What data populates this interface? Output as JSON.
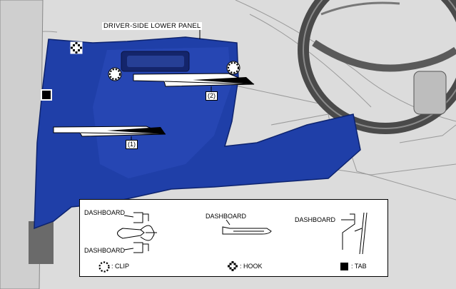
{
  "title": "DRIVER-SIDE LOWER PANEL",
  "callouts": {
    "one": "(1)",
    "two": "(2)"
  },
  "legend": {
    "clip_section": {
      "top_label": "DASHBOARD",
      "bottom_label": "DASHBOARD"
    },
    "hook_section": {
      "label": "DASHBOARD"
    },
    "tab_section": {
      "label": "DASHBOARD"
    },
    "key": {
      "clip": ": CLIP",
      "hook": ": HOOK",
      "tab": ": TAB"
    }
  },
  "colors": {
    "panel": "#1f3fa8",
    "panel_edge": "#0d236e",
    "background": "#d9d9d9",
    "line": "#000000"
  },
  "icons": [
    "clip-icon",
    "hook-icon",
    "tab-icon",
    "arrow"
  ]
}
